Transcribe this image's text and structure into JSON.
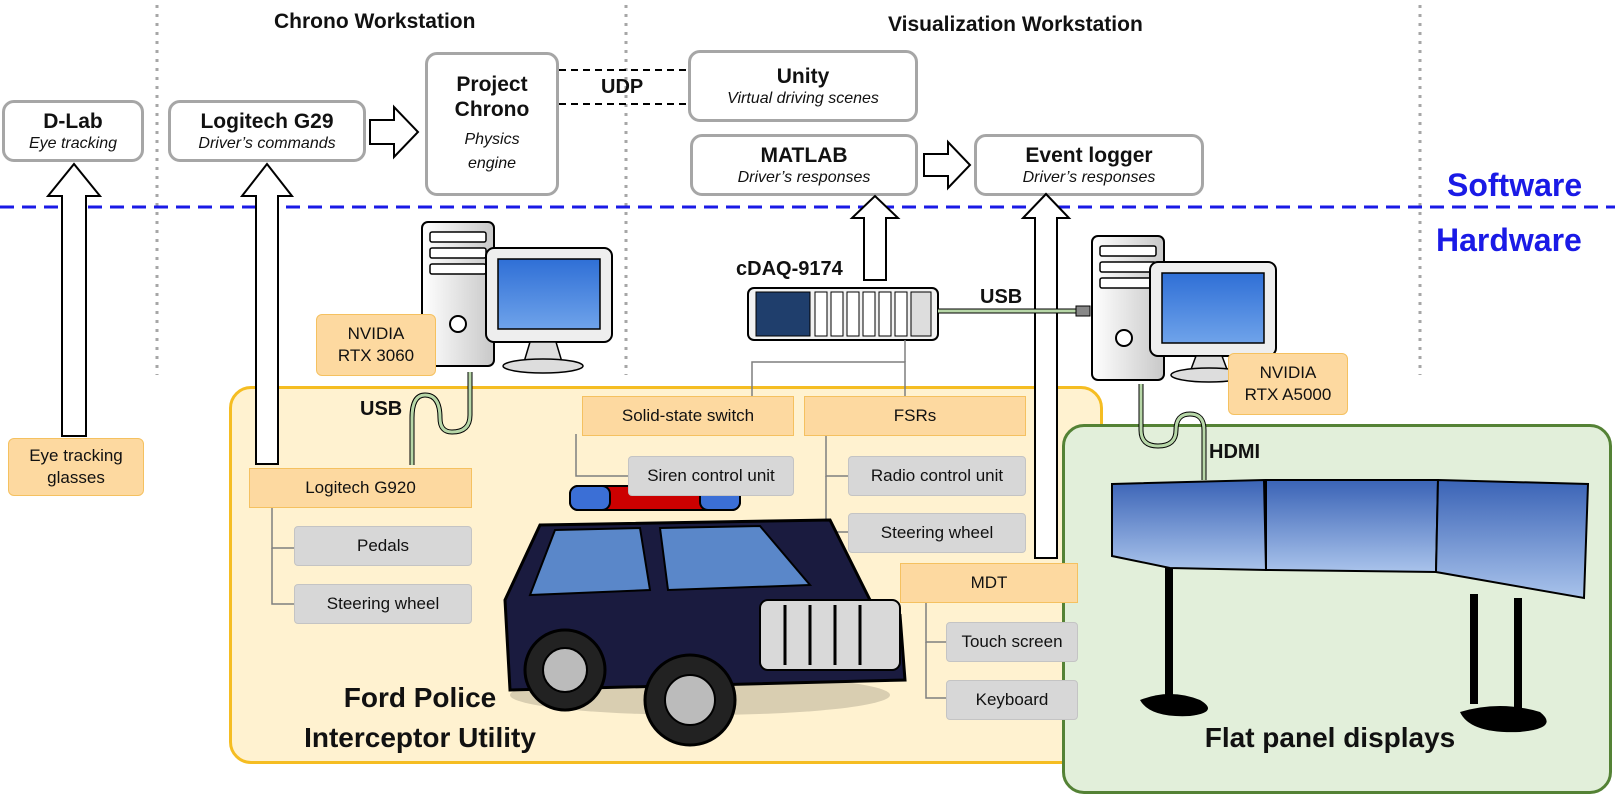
{
  "headers": {
    "chrono_workstation": "Chrono Workstation",
    "visualization_workstation": "Visualization Workstation"
  },
  "layers": {
    "software": "Software",
    "hardware": "Hardware"
  },
  "software_boxes": {
    "dlab": {
      "title": "D-Lab",
      "subtitle": "Eye tracking"
    },
    "logitech_g29": {
      "title": "Logitech G29",
      "subtitle": "Driver’s commands"
    },
    "project_chrono": {
      "title_line1": "Project",
      "title_line2": "Chrono",
      "subtitle_line1": "Physics",
      "subtitle_line2": "engine"
    },
    "unity": {
      "title": "Unity",
      "subtitle": "Virtual driving scenes"
    },
    "matlab": {
      "title": "MATLAB",
      "subtitle": "Driver’s responses"
    },
    "event_logger": {
      "title": "Event logger",
      "subtitle": "Driver’s responses"
    }
  },
  "connections": {
    "udp": "UDP",
    "usb": "USB",
    "hdmi": "HDMI"
  },
  "hardware": {
    "gpu_chrono": {
      "line1": "NVIDIA",
      "line2": "RTX 3060"
    },
    "gpu_visual": {
      "line1": "NVIDIA",
      "line2": "RTX A5000"
    },
    "daq": "cDAQ-9174",
    "eye_tracking": {
      "line1": "Eye tracking",
      "line2": "glasses"
    },
    "logitech_g920": "Logitech G920",
    "g920_children": [
      "Pedals",
      "Steering wheel"
    ],
    "solid_state_switch": "Solid-state switch",
    "switch_children": [
      "Siren control unit"
    ],
    "fsrs": "FSRs",
    "fsr_children": [
      "Radio control unit",
      "Steering wheel"
    ],
    "mdt": "MDT",
    "mdt_children": [
      "Touch screen",
      "Keyboard"
    ]
  },
  "regions": {
    "vehicle": {
      "line1": "Ford Police",
      "line2": "Interceptor Utility"
    },
    "displays": "Flat panel displays"
  },
  "colors": {
    "software_blue": "#1a1ae6",
    "orange_fill": "#fdd9a0",
    "gray_fill": "#d7d7d7",
    "vehicle_region": "#fff2d0",
    "display_region": "#e2efda"
  }
}
